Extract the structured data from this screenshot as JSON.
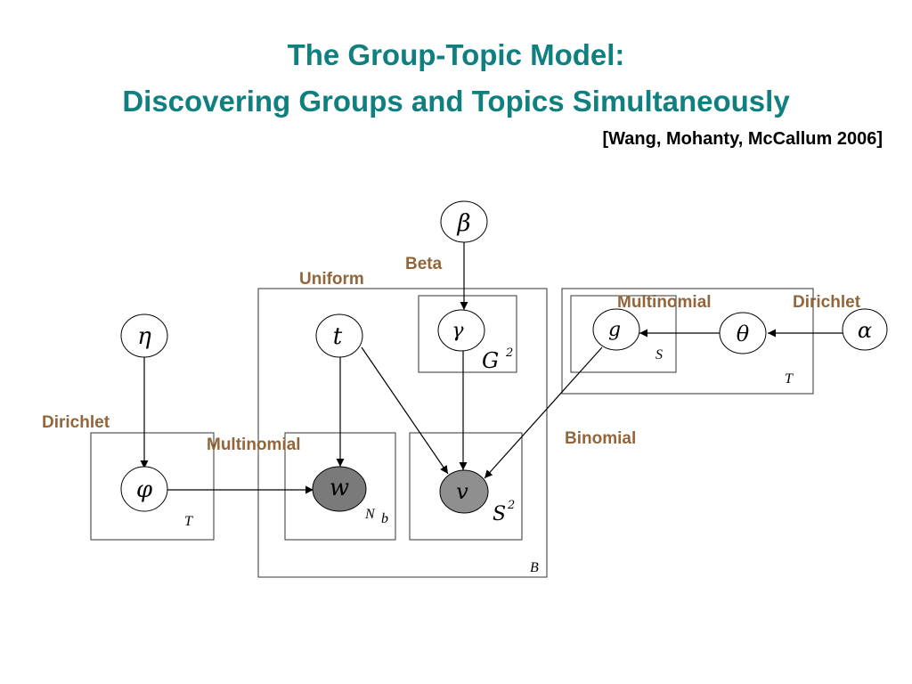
{
  "slide": {
    "title_line1": "The Group-Topic Model:",
    "title_line2": "Discovering Groups and Topics Simultaneously",
    "citation": "[Wang, Mohanty, McCallum 2006]"
  },
  "diagram": {
    "nodes": {
      "beta": "β",
      "gamma": "γ",
      "eta": "η",
      "t": "t",
      "g": "g",
      "theta": "θ",
      "alpha": "α",
      "phi": "φ",
      "w": "w",
      "v": "v"
    },
    "distributions": {
      "beta": "Beta",
      "uniform": "Uniform",
      "multinomial_top": "Multinomial",
      "dirichlet_right": "Dirichlet",
      "dirichlet_left": "Dirichlet",
      "multinomial_left": "Multinomial",
      "binomial": "Binomial"
    },
    "plates": {
      "gamma_plate": "G",
      "gamma_plate_sup": "2",
      "s_inner": "S",
      "t_outer": "T",
      "phi_plate": "T",
      "words_plate": "N",
      "words_plate_sub": "b",
      "v_plate": "S",
      "v_plate_sup": "2",
      "b_plate": "B"
    },
    "colors": {
      "title": "#0f7f7f",
      "distribution_label": "#93653a",
      "observed_w": "#7a7a7a",
      "observed_v": "#8f8f8f"
    }
  }
}
